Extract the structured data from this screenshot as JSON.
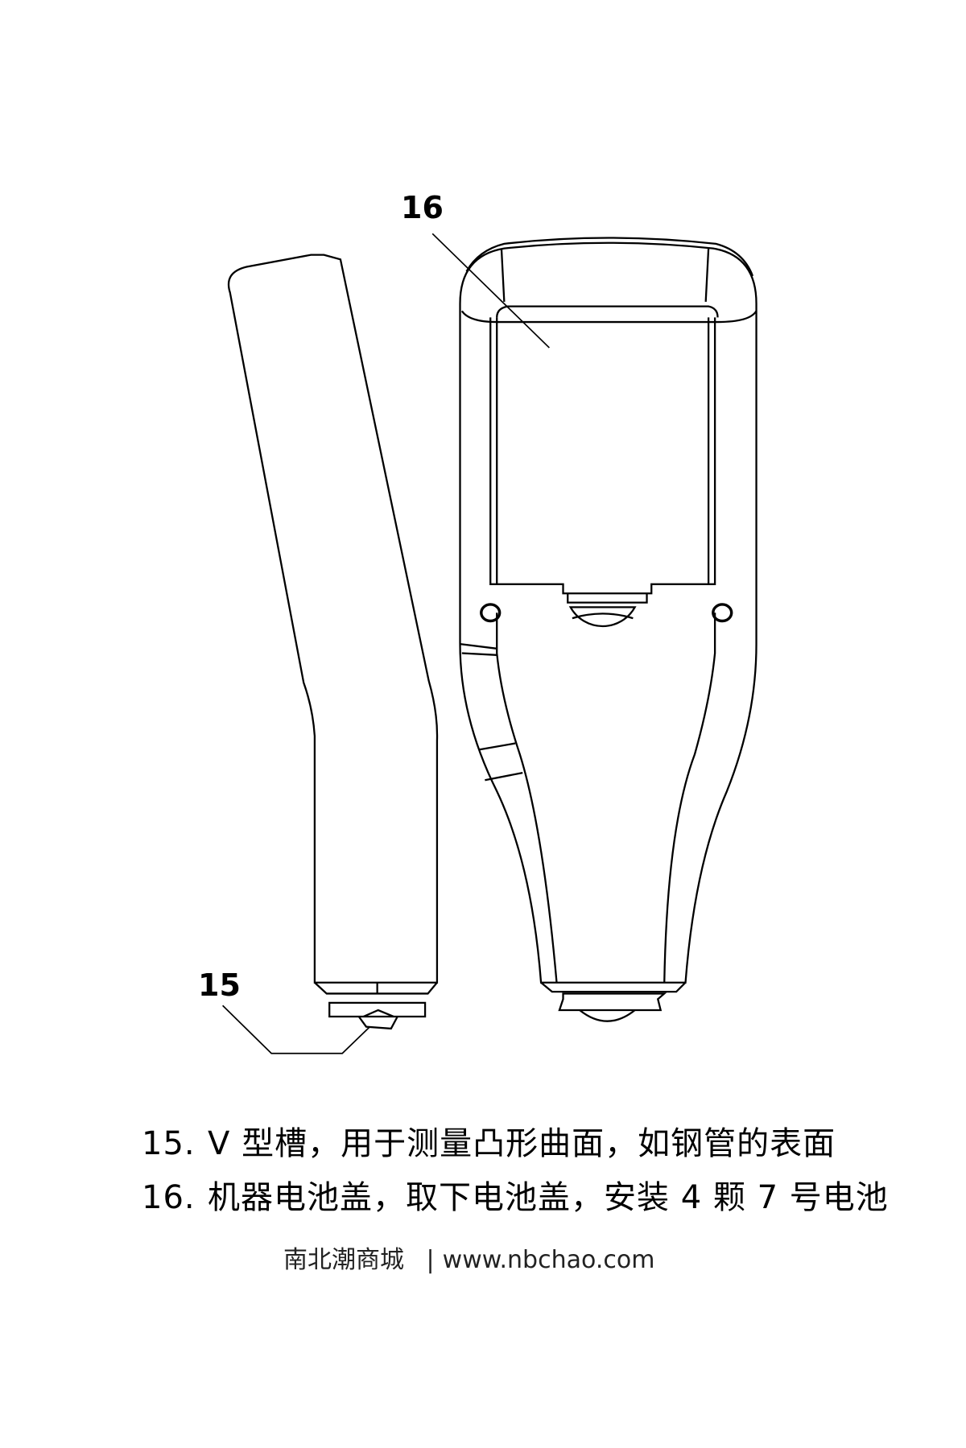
{
  "figure": {
    "callouts": [
      "16",
      "15"
    ]
  },
  "legend": [
    {
      "number": "15.",
      "text": "V 型槽，用于测量凸形曲面，如钢管的表面"
    },
    {
      "number": "16.",
      "text": "机器电池盖，取下电池盖，安装 4 颗 7 号电池"
    }
  ],
  "footer": {
    "site_name": "南北潮商城",
    "separator": "|",
    "url": "www.nbchao.com"
  }
}
